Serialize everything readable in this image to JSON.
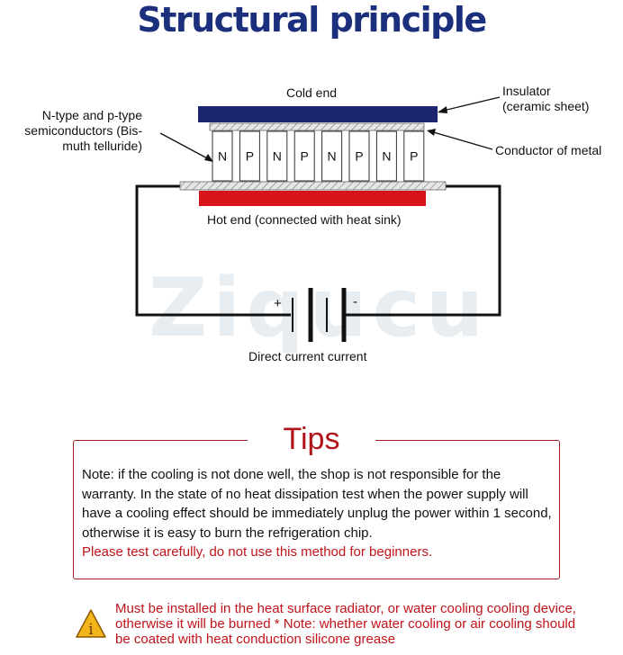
{
  "title": "Structural principle",
  "diagram": {
    "cold_end": "Cold end",
    "hot_end": "Hot end (connected with heat sink)",
    "insulator": "Insulator\n(ceramic sheet)",
    "conductor": "Conductor of metal",
    "semiconductors": "N-type and p-type\nsemiconductors (Bis-\nmuth telluride)",
    "direct_current": "Direct current current",
    "plus": "+",
    "minus": "-",
    "elements": [
      "N",
      "P",
      "N",
      "P",
      "N",
      "P",
      "N",
      "P"
    ],
    "watermark": "Ziqucu",
    "colors": {
      "cold_plate": "#1b2570",
      "hot_plate": "#d8141b"
    }
  },
  "tips": {
    "heading": "Tips",
    "body": "Note: if the cooling is not done well, the shop is not responsible for the warranty. In the state of no heat dissipation test when the power supply will have a cooling effect should be immediately unplug the power within 1 second, otherwise it is easy to burn the refrigeration chip.",
    "warning_line": "Please test carefully, do not use this method for beginners."
  },
  "notice": {
    "icon": "warning-triangle-icon",
    "text": "Must be installed in the heat surface radiator, or water cooling cooling device, otherwise it will be burned * Note: whether water cooling or air cooling should be coated with heat conduction silicone grease"
  }
}
